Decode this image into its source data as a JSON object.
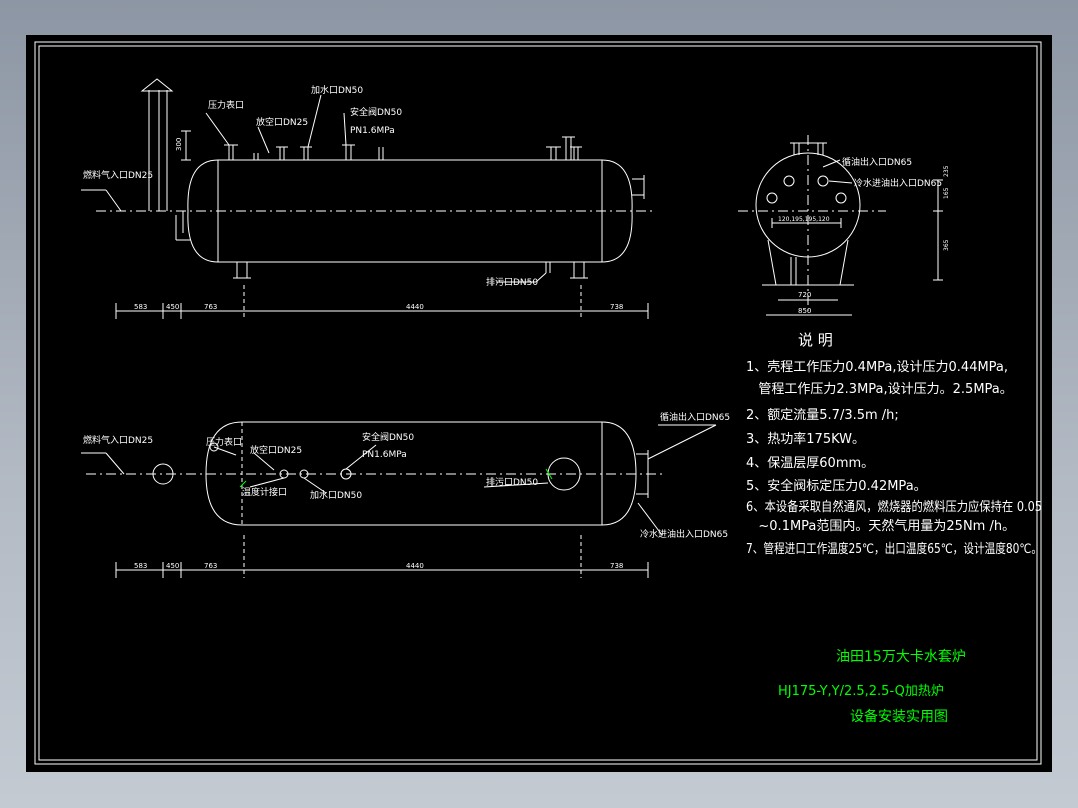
{
  "colors": {
    "line": "#ffffff",
    "accent": "#00ff00",
    "background": "#000000"
  },
  "side_view": {
    "labels": {
      "pressure_port": "压力表口",
      "vent_port": "放空口DN25",
      "fill_port": "加水口DN50",
      "safety_valve": "安全阀DN50",
      "safety_valve_pressure": "PN1.6MPa",
      "fuel_gas_inlet": "燃料气入口DN25",
      "drain_port": "排污口DN50",
      "dim_vertical": "300"
    },
    "dims": [
      "583",
      "450",
      "763",
      "4440",
      "738"
    ]
  },
  "end_view": {
    "labels": {
      "heating_outlet": "循油出入口DN65",
      "heated_water": "冷水进油出入口DN65",
      "dim_bolts": "120,195,195,120",
      "dim_720": "720",
      "dim_850": "850",
      "dim_a": "165",
      "dim_b": "235",
      "dim_c": "365"
    }
  },
  "top_view": {
    "labels": {
      "heating_outlet": "循油出入口DN65",
      "fuel_gas_inlet": "燃料气入口DN25",
      "pressure_port": "压力表口",
      "vent_port": "放空口DN25",
      "safety_valve": "安全阀DN50",
      "safety_valve_pressure": "PN1.6MPa",
      "thermometer": "温度计接口",
      "fill_port": "加水口DN50",
      "drain_port": "排污口DN50",
      "cold_water": "冷水进油出入口DN65"
    },
    "dims": [
      "583",
      "450",
      "763",
      "4440",
      "738"
    ]
  },
  "notes": {
    "title": "说 明",
    "lines": [
      "1、壳程工作压力0.4MPa,设计压力0.44MPa,",
      "   管程工作压力2.3MPa,设计压力。2.5MPa。",
      "2、额定流量5.7/3.5m /h;",
      "3、热功率175KW。",
      "4、保温层厚60mm。",
      "5、安全阀标定压力0.42MPa。",
      "6、本设备采取自然通风，燃烧器的燃料压力应保持在 0.05",
      "   ~0.1MPa范围内。天然气用量为25Nm /h。",
      "7、管程进口工作温度25℃，出口温度65℃，设计温度80℃。"
    ]
  },
  "title_block": {
    "line1": "油田15万大卡水套炉",
    "line2": "HJ175-Y,Y/2.5,2.5-Q加热炉",
    "line3": "设备安装实用图"
  }
}
